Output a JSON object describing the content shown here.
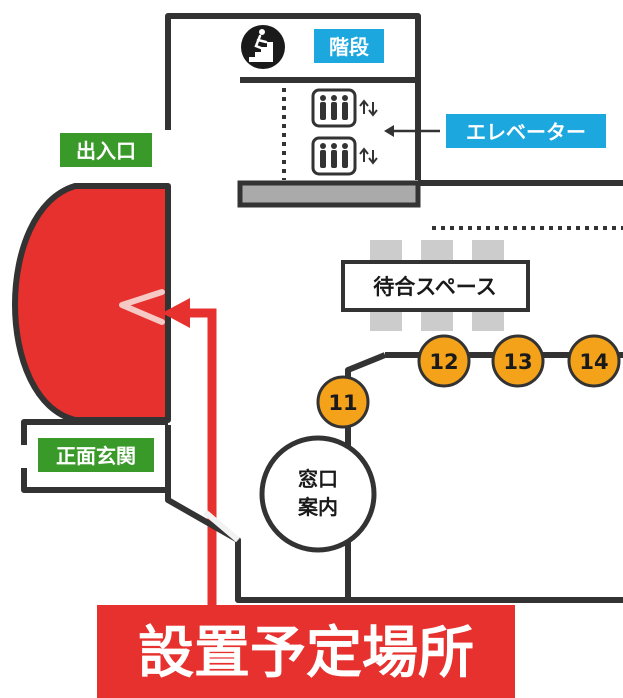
{
  "labels": {
    "stairs": "階段",
    "elevator": "エレベーター",
    "entrance_exit": "出入口",
    "main_entrance": "正面玄関",
    "waiting_space": "待合スペース",
    "counter_info_line1": "窓口",
    "counter_info_line2": "案内",
    "install_location": "設置予定場所"
  },
  "counters": [
    "11",
    "12",
    "13",
    "14"
  ],
  "icons": {
    "stairs": "stairs-person-icon",
    "elevator": "elevator-people-icon",
    "up_down": "up-down-arrows-icon",
    "pointer": "arrow-left-icon"
  },
  "colors": {
    "green_label": "#3a9a29",
    "blue_label": "#1da7df",
    "install_red": "#e6312e",
    "counter_orange": "#f4a21a",
    "wall": "#333333",
    "bench_gray": "#cccccc",
    "elevator_floor": "#aaaaaa"
  }
}
